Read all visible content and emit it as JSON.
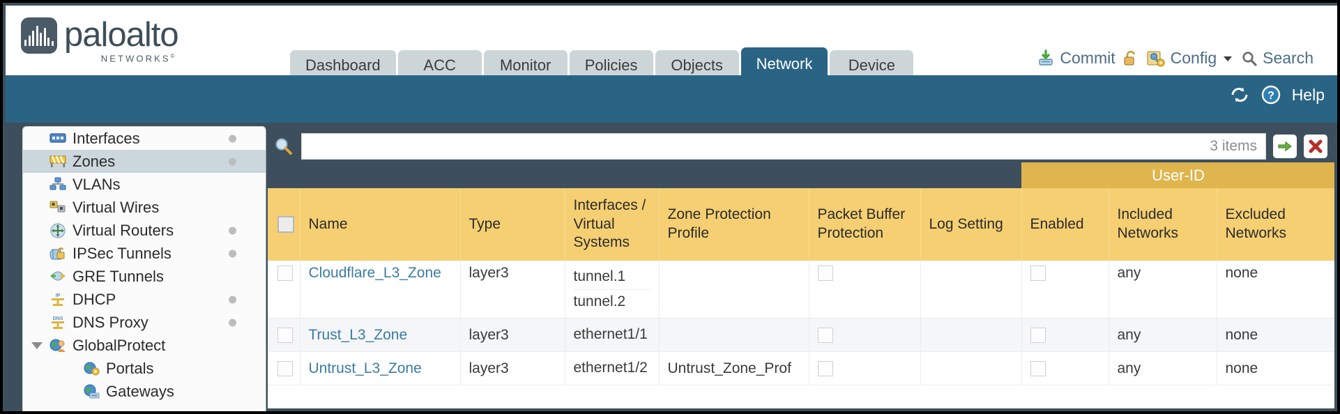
{
  "brand": {
    "name": "paloalto",
    "sub": "NETWORKS",
    "sup": "©"
  },
  "nav": {
    "tabs": [
      {
        "label": "Dashboard",
        "active": false
      },
      {
        "label": "ACC",
        "active": false
      },
      {
        "label": "Monitor",
        "active": false
      },
      {
        "label": "Policies",
        "active": false
      },
      {
        "label": "Objects",
        "active": false
      },
      {
        "label": "Network",
        "active": true
      },
      {
        "label": "Device",
        "active": false
      }
    ]
  },
  "header_actions": {
    "commit": "Commit",
    "config": "Config",
    "search": "Search",
    "lock_icon": "unlock-icon",
    "commit_icon": "commit-icon",
    "config_icon": "config-wrench-icon",
    "search_icon": "magnifier-icon",
    "caret_icon": "chevron-down-icon"
  },
  "blueband": {
    "refresh_icon": "refresh-icon",
    "help_icon": "help-icon",
    "help_label": "Help"
  },
  "sidebar": {
    "items": [
      {
        "label": "Interfaces",
        "icon": "interfaces-icon",
        "dot": true,
        "selected": false,
        "child": false,
        "caret": false
      },
      {
        "label": "Zones",
        "icon": "zones-icon",
        "dot": true,
        "selected": true,
        "child": false,
        "caret": false
      },
      {
        "label": "VLANs",
        "icon": "vlans-icon",
        "dot": false,
        "selected": false,
        "child": false,
        "caret": false
      },
      {
        "label": "Virtual Wires",
        "icon": "virtual-wires-icon",
        "dot": false,
        "selected": false,
        "child": false,
        "caret": false
      },
      {
        "label": "Virtual Routers",
        "icon": "virtual-routers-icon",
        "dot": true,
        "selected": false,
        "child": false,
        "caret": false
      },
      {
        "label": "IPSec Tunnels",
        "icon": "ipsec-tunnels-icon",
        "dot": true,
        "selected": false,
        "child": false,
        "caret": false
      },
      {
        "label": "GRE Tunnels",
        "icon": "gre-tunnels-icon",
        "dot": false,
        "selected": false,
        "child": false,
        "caret": false
      },
      {
        "label": "DHCP",
        "icon": "dhcp-icon",
        "dot": true,
        "selected": false,
        "child": false,
        "caret": false
      },
      {
        "label": "DNS Proxy",
        "icon": "dns-proxy-icon",
        "dot": true,
        "selected": false,
        "child": false,
        "caret": false
      },
      {
        "label": "GlobalProtect",
        "icon": "globalprotect-icon",
        "dot": false,
        "selected": false,
        "child": false,
        "caret": true
      },
      {
        "label": "Portals",
        "icon": "portals-icon",
        "dot": false,
        "selected": false,
        "child": true,
        "caret": false
      },
      {
        "label": "Gateways",
        "icon": "gateways-icon",
        "dot": false,
        "selected": false,
        "child": true,
        "caret": false
      }
    ]
  },
  "search": {
    "value": "",
    "placeholder": "",
    "items_count": "3 items",
    "apply_icon": "apply-filter-arrow-icon",
    "clear_icon": "clear-filter-x-icon",
    "magnifier_icon": "search-icon"
  },
  "table": {
    "group_header": {
      "label": "User-ID",
      "span": 3
    },
    "columns": [
      "Name",
      "Type",
      "Interfaces / Virtual Systems",
      "Zone Protection Profile",
      "Packet Buffer Protection",
      "Log Setting",
      "Enabled",
      "Included Networks",
      "Excluded Networks"
    ],
    "rows": [
      {
        "selected": false,
        "name": "Cloudflare_L3_Zone",
        "type": "layer3",
        "interfaces": [
          "tunnel.1",
          "tunnel.2"
        ],
        "zone_protection_profile": "",
        "packet_buffer_protection": false,
        "log_setting": "",
        "userid_enabled": false,
        "included_networks": "any",
        "excluded_networks": "none"
      },
      {
        "selected": false,
        "name": "Trust_L3_Zone",
        "type": "layer3",
        "interfaces": [
          "ethernet1/1"
        ],
        "zone_protection_profile": "",
        "packet_buffer_protection": false,
        "log_setting": "",
        "userid_enabled": false,
        "included_networks": "any",
        "excluded_networks": "none"
      },
      {
        "selected": false,
        "name": "Untrust_L3_Zone",
        "type": "layer3",
        "interfaces": [
          "ethernet1/2"
        ],
        "zone_protection_profile": "Untrust_Zone_Prof",
        "packet_buffer_protection": false,
        "log_setting": "",
        "userid_enabled": false,
        "included_networks": "any",
        "excluded_networks": "none"
      }
    ]
  },
  "colors": {
    "brand_dark": "#3e4e59",
    "band_blue": "#2a6485",
    "table_header": "#f5cf72",
    "group_header": "#e0b54e",
    "link": "#3a7ca5",
    "page_bg": "#3d4f5c"
  }
}
